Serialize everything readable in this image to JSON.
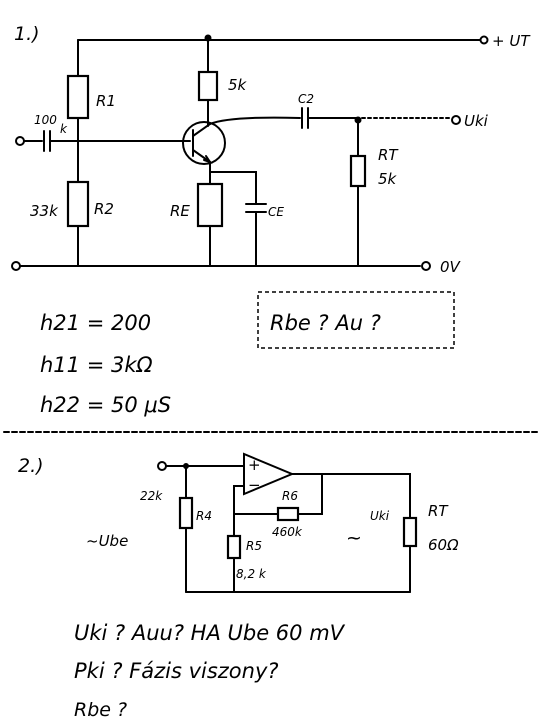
{
  "problem1": {
    "number": "1.)",
    "supply_label": "+ UT",
    "output_label": "Uki",
    "ground_label": "0V",
    "input_cap": "100",
    "input_cap_unit": "k",
    "components": {
      "r1": "R1",
      "r2": "R2",
      "r2_value": "33k",
      "rc_value": "5k",
      "re": "RE",
      "ce": "CE",
      "c2": "C2",
      "rt": "RT",
      "rt_value": "5k"
    },
    "params": {
      "h21": "h21 = 200",
      "h11": "h11 = 3kΩ",
      "h22": "h22 = 50 μS"
    },
    "question": "Rbe ?   Au ?"
  },
  "problem2": {
    "number": "2.)",
    "r4": "R4",
    "r4_value": "22k",
    "r6": "R6",
    "r6_value": "460k",
    "r5": "R5",
    "r5_value": "8,2 k",
    "rt": "RT",
    "rt_value": "60Ω",
    "input_label": "~Ube",
    "output_label": "Uki",
    "tilde": "~",
    "opamp_minus": "−",
    "opamp_plus": "+",
    "questions": {
      "line1": "Uki ?   Auu? HA Ube 60 mV",
      "line2": "Pki ?  Fázis viszony?",
      "line3": "Rbe ?"
    }
  }
}
